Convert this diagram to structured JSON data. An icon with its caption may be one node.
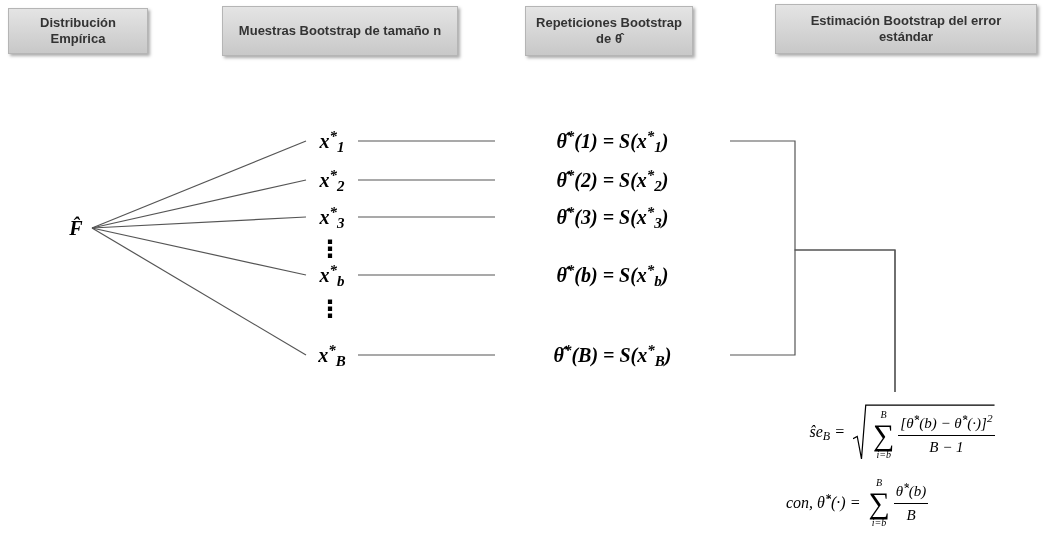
{
  "diagram": {
    "nodes": [
      {
        "text": [
          "Distribución Empírica"
        ]
      },
      {
        "text": [
          "Muestras Bootstrap de tamaño n"
        ]
      },
      {
        "text": [
          "Repeticiones Bootstrap de θ̂"
        ]
      },
      {
        "text": [
          "Estimación Bootstrap del error estándar"
        ]
      },
      {
        "text": [
          "F̂"
        ]
      },
      {
        "text": [
          "x$^{*}$$_{1}$"
        ]
      },
      {
        "text": [
          "x$^{*}$$_{2}$"
        ]
      },
      {
        "text": [
          "x$^{*}$$_{3}$"
        ]
      },
      {
        "text": [
          "x$^{*}$$_{b}$"
        ]
      },
      {
        "text": [
          "x$^{*}$$_{B}$"
        ]
      },
      {
        "text": [
          "θ̂$^{*}$(1) = S(x$^{*}$$_{1}$)"
        ]
      },
      {
        "text": [
          "θ̂$^{*}$(2) = S(x$^{*}$$_{2}$)"
        ]
      },
      {
        "text": [
          "θ̂$^{*}$(3) = S(x$^{*}$$_{3}$)"
        ]
      },
      {
        "text": [
          "θ̂$^{*}$(b) = S(x$^{*}$$_{b}$)"
        ]
      },
      {
        "text": [
          "θ̂$^{*}$(B) = S(x$^{*}$$_{B}$)"
        ]
      },
      {
        "text": [
          "ŝe$_{B}$ =",
          "B",
          "∑",
          "i=b",
          "[θ̂$^{*}$(b) − θ̂$^{*}$(·)]$^{2}$",
          "B − 1"
        ]
      }
    ],
    "edges": [
      {
        "from": 4,
        "to": 5,
        "arrow": "none"
      },
      {
        "from": 4,
        "to": 6,
        "arrow": "none"
      },
      {
        "from": 4,
        "to": 7,
        "arrow": "none"
      },
      {
        "from": 4,
        "to": 8,
        "arrow": "none"
      },
      {
        "from": 4,
        "to": 9,
        "arrow": "none"
      },
      {
        "from": 5,
        "to": 10,
        "arrow": "none"
      },
      {
        "from": 6,
        "to": 11,
        "arrow": "none"
      },
      {
        "from": 7,
        "to": 12,
        "arrow": "none"
      },
      {
        "from": 8,
        "to": 13,
        "arrow": "none"
      },
      {
        "from": 9,
        "to": 14,
        "arrow": "none"
      },
      {
        "from": 10,
        "to": 15,
        "arrow": "none"
      },
      {
        "from": 14,
        "to": 15,
        "arrow": "none"
      }
    ],
    "labels": [
      "⋮",
      "⋮",
      "con,  θ̂$^{*}$(·) =",
      "B",
      "∑",
      "i=b",
      "θ̂$^{*}$(b)",
      "B"
    ]
  }
}
